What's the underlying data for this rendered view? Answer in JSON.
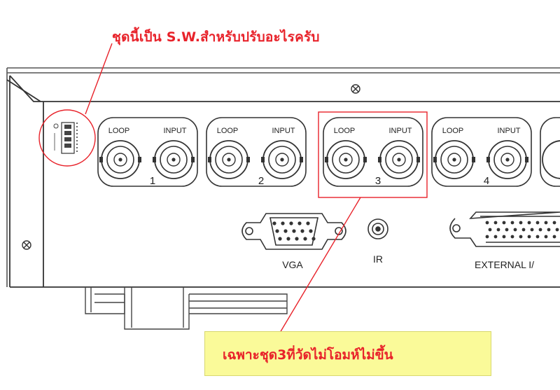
{
  "annotations": {
    "top_note": "ชุดนี้เป็น S.W.สำหรับปรับอะไรครับ",
    "bottom_note": "เฉพาะชุด3ที่วัดไม่โอมห์ไม่ขึ้น",
    "color": "#e8222a",
    "highlight_color": "#fafa99"
  },
  "panel": {
    "channels": [
      {
        "loop_label": "LOOP",
        "input_label": "INPUT",
        "number": "1"
      },
      {
        "loop_label": "LOOP",
        "input_label": "INPUT",
        "number": "2"
      },
      {
        "loop_label": "LOOP",
        "input_label": "INPUT",
        "number": "3"
      },
      {
        "loop_label": "LOOP",
        "input_label": "INPUT",
        "number": "4"
      }
    ],
    "vga_label": "VGA",
    "ir_label": "IR",
    "external_label": "EXTERNAL I/"
  }
}
